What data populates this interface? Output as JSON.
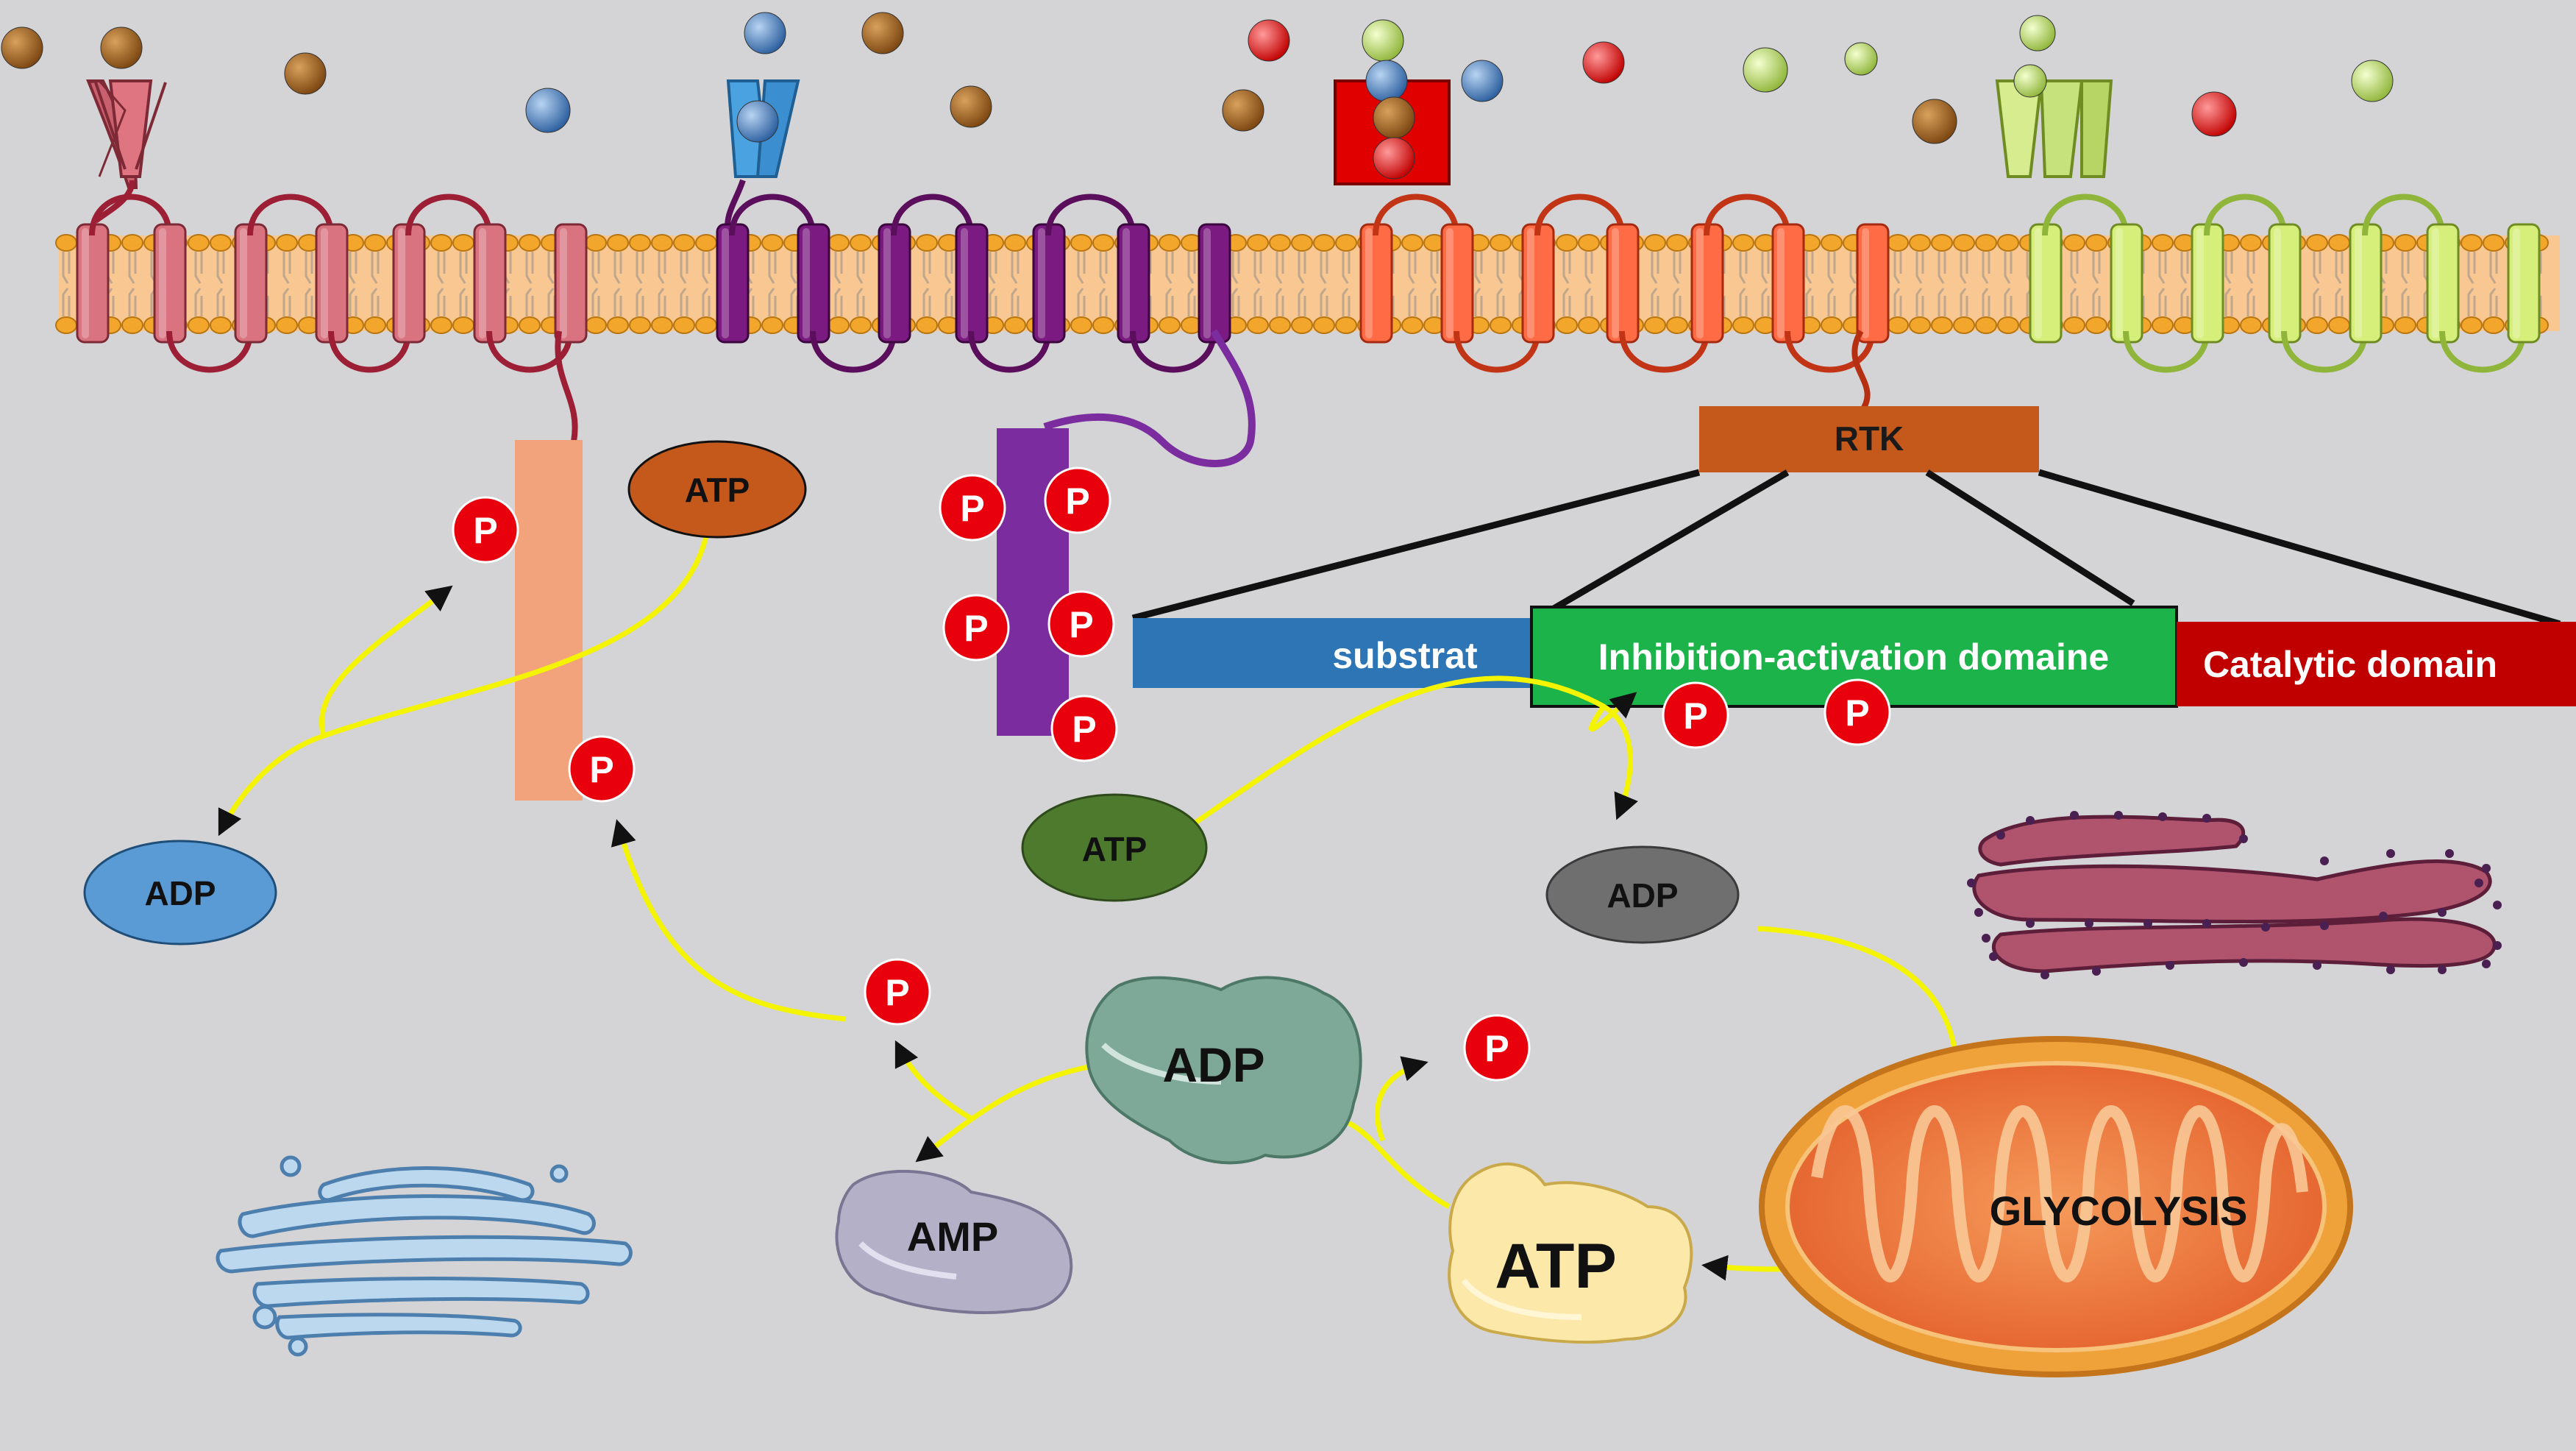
{
  "domain_rtk": {
    "rtk_label": "RTK",
    "substrate_label": "substrat",
    "inhibition_label": "Inhibition-activation domaine",
    "catalytic_label": "Catalytic domain"
  },
  "phosphate_label": "P",
  "nucleotides": {
    "atp_top": "ATP",
    "adp_left": "ADP",
    "atp_green": "ATP",
    "adp_gray": "ADP",
    "adp_cloud": "ADP",
    "amp_cloud": "AMP",
    "atp_cloud": "ATP"
  },
  "mitochondrion_label": "GLYCOLYSIS",
  "colors": {
    "background": "#d4d4d6",
    "membrane": "#f8c792",
    "phosphate_red": "#e8000d",
    "arrow_yellow": "#f4f400",
    "receptor_pink": "#c9606e",
    "receptor_purple": "#6f1170",
    "receptor_red": "#e8472a",
    "receptor_lime": "#c6e27d",
    "rtk_box": "#c5591c",
    "substrate_box": "#2e75b6",
    "inhibition_box": "#1bb34a",
    "catalytic_box": "#c00000"
  }
}
